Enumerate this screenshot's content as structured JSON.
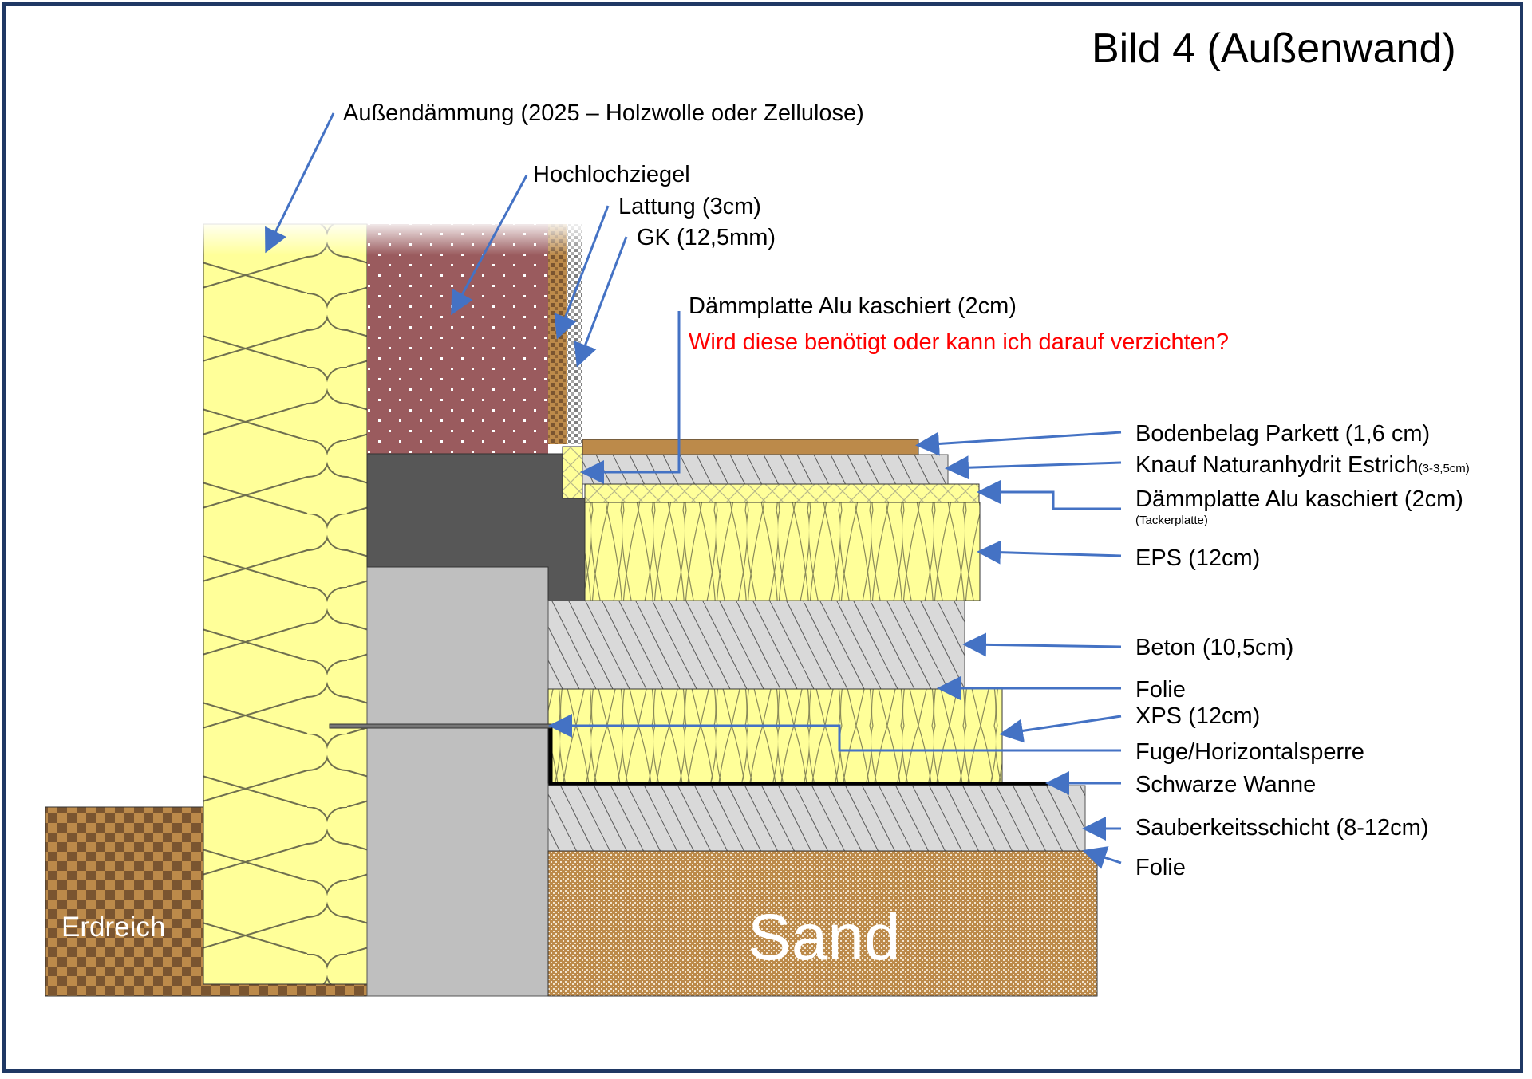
{
  "title": "Bild 4 (Außenwand)",
  "colors": {
    "frame": "#1f3864",
    "arrow": "#4472c4",
    "insulation": "#ffff99",
    "brick": "#9a5b5e",
    "dark_concrete": "#575757",
    "wall_concrete": "#bfbfbf",
    "screed": "#d9d9d9",
    "parquet": "#bc8a4a",
    "earth_dark": "#7a5530",
    "earth_light": "#bc8a4a",
    "question": "#ff0000"
  },
  "labels": {
    "outer_insulation": "Außendämmung (2025 – Holzwolle oder Zellulose)",
    "brick": "Hochlochziegel",
    "battens": "Lattung (3cm)",
    "drywall": "GK (12,5mm)",
    "edge_insulation": "Dämmplatte Alu kaschiert (2cm)",
    "edge_question": "Wird diese benötigt oder kann ich darauf verzichten?",
    "parquet": "Bodenbelag Parkett (1,6 cm)",
    "screed": "Knauf Naturanhydrit Estrich",
    "screed_note": "(3-3,5cm)",
    "alu_plate": "Dämmplatte Alu kaschiert (2cm)",
    "alu_plate_note": "(Tackerplatte)",
    "eps": "EPS (12cm)",
    "concrete": "Beton (10,5cm)",
    "foil_upper": "Folie",
    "xps": "XPS (12cm)",
    "joint": "Fuge/Horizontalsperre",
    "black_tank": "Schwarze Wanne",
    "blinding": "Sauberkeitsschicht (8-12cm)",
    "foil_lower": "Folie",
    "soil": "Erdreich",
    "sand": "Sand"
  }
}
